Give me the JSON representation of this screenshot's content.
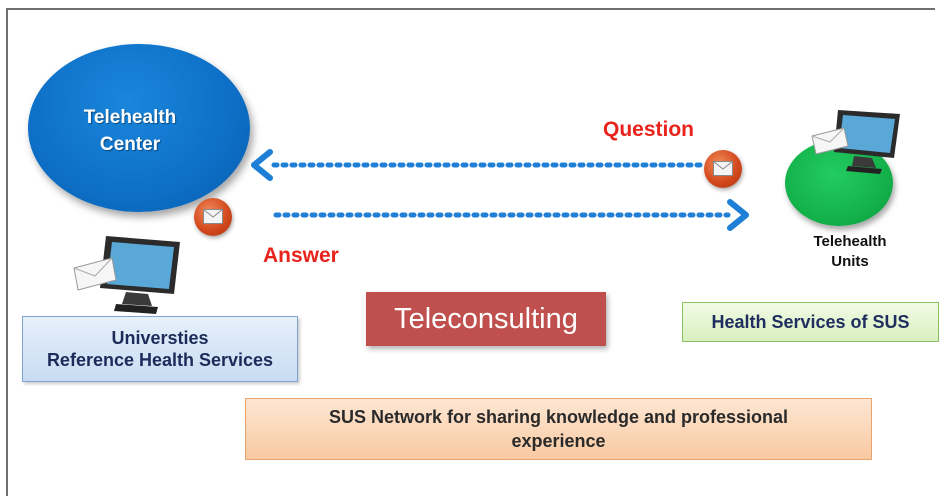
{
  "telehealth_center": {
    "line1": "Telehealth",
    "line2": "Center",
    "color": "#0d6fc6"
  },
  "telehealth_units": {
    "line1": "Telehealth",
    "line2": "Units",
    "color": "#13b04a"
  },
  "question_label": "Question",
  "answer_label": "Answer",
  "universities_box": {
    "line1": "Universties",
    "line2": "Reference Health Services"
  },
  "teleconsulting_label": "Teleconsulting",
  "health_services_label": "Health Services of SUS",
  "network_box": {
    "line1": "SUS Network for sharing knowledge and professional",
    "line2": "experience"
  },
  "colors": {
    "label_red": "#e8231c",
    "arrow_blue": "#1f7fd6",
    "teleconsulting_bg": "#c0504d"
  }
}
